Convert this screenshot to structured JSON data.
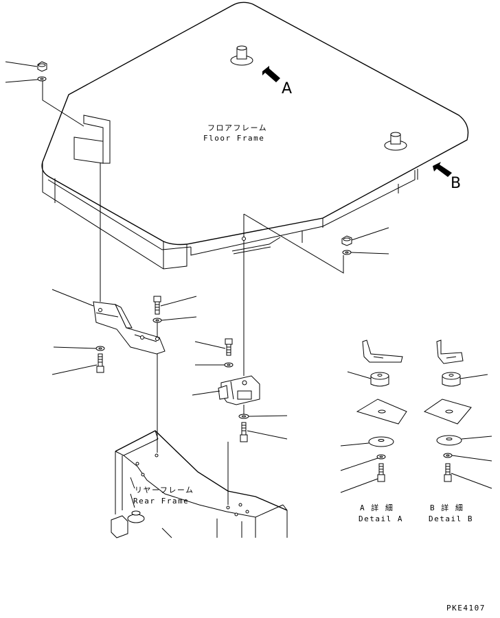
{
  "labels": {
    "floor_frame_jp": "フロアフレーム",
    "floor_frame_en": "Floor Frame",
    "rear_frame_jp": "リヤーフレーム",
    "rear_frame_en": "Rear Frame",
    "arrow_a": "A",
    "arrow_b": "B",
    "detail_a_jp": "A 詳 細",
    "detail_a_en": "Detail A",
    "detail_b_jp": "B 詳 細",
    "detail_b_en": "Detail B",
    "drawing_code": "PKE4107"
  },
  "colors": {
    "line": "#000000",
    "background": "#ffffff"
  }
}
